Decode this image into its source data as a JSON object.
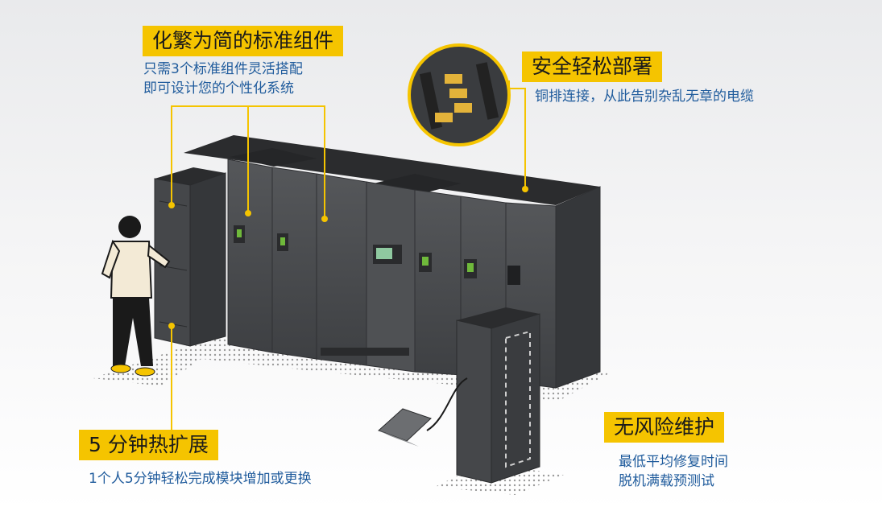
{
  "callouts": {
    "components": {
      "title": "化繁为简的标准组件",
      "desc_line1": "只需3个标准组件灵活搭配",
      "desc_line2": "即可设计您的个性化系统"
    },
    "deployment": {
      "title": "安全轻松部署",
      "desc": "铜排连接，从此告别杂乱无章的电缆"
    },
    "expansion": {
      "title": "5 分钟热扩展",
      "desc": "1个人5分钟轻松完成模块增加或更换"
    },
    "maintenance": {
      "title": "无风险维护",
      "desc_line1": "最低平均修复时间",
      "desc_line2": "脱机满载预测试"
    }
  },
  "colors": {
    "accent": "#f5c400",
    "text_blue": "#1f5b9c",
    "cabinet": "#4a4c4f",
    "cabinet_top": "#2b2c2e"
  }
}
